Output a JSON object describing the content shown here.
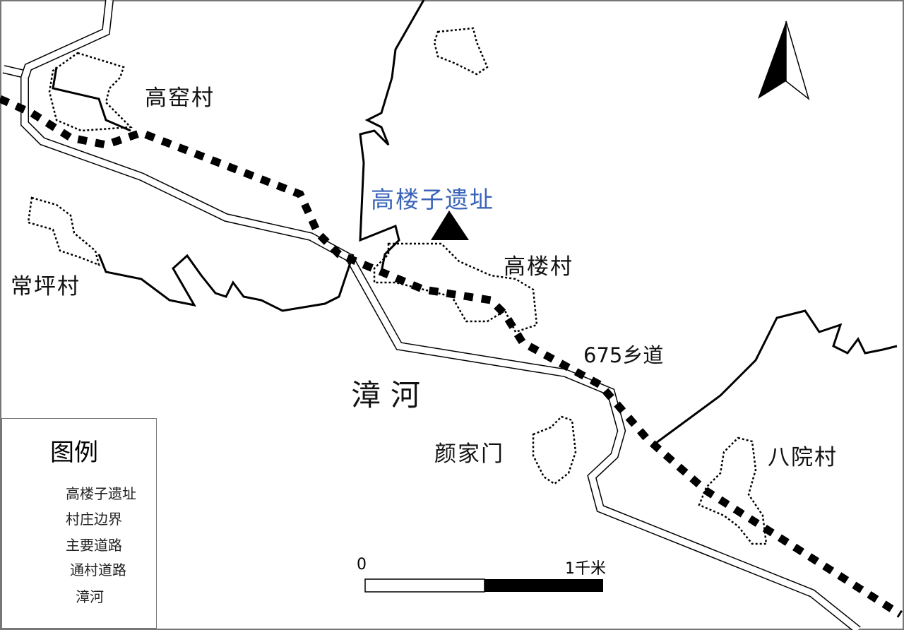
{
  "map": {
    "villages": {
      "gaoyao": "高窑村",
      "changping": "常坪村",
      "gaolou": "高楼村",
      "yanjiamen": "颜家门",
      "bayuan": "八院村"
    },
    "site_label": "高楼子遗址",
    "road_label": "675乡道",
    "river_label": "漳河",
    "site_color": "#3a63b8"
  },
  "legend": {
    "title": "图例",
    "items": [
      {
        "symbol": "triangle",
        "label": "高楼子遗址"
      },
      {
        "symbol": "dotted-line",
        "label": "村庄边界"
      },
      {
        "symbol": "thick-dashed-line",
        "label": "主要道路"
      },
      {
        "symbol": "solid-line",
        "label": "通村道路"
      },
      {
        "symbol": "double-line",
        "label": "漳河"
      }
    ]
  },
  "scale_bar": {
    "start_label": "0",
    "end_label": "1千米"
  }
}
